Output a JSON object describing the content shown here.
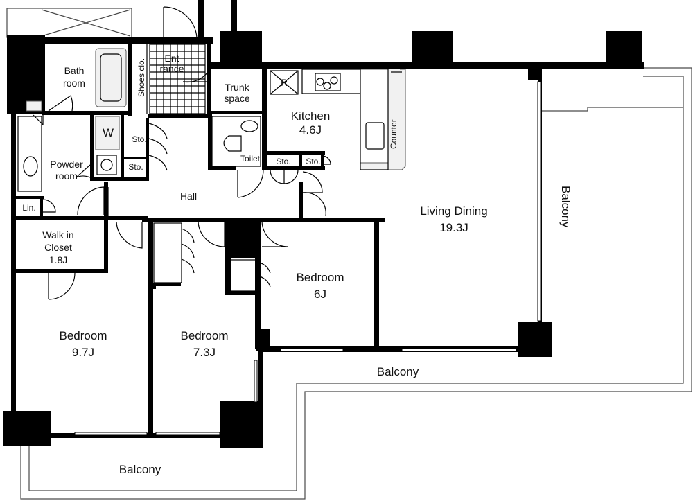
{
  "rooms": {
    "bathroom": {
      "line1": "Bath",
      "line2": "room"
    },
    "shoes_closet": "Shoes clo.",
    "entrance": {
      "line1": "Ent",
      "line2": "rance"
    },
    "trunk_space": {
      "line1": "Trunk",
      "line2": "space"
    },
    "refrigerator": "R",
    "kitchen": {
      "name": "Kitchen",
      "size": "4.6J"
    },
    "counter": "Counter",
    "washer": "W",
    "storage_upper": "Sto.",
    "storage_lower": "Sto.",
    "powder_room": {
      "line1": "Powder",
      "line2": "room"
    },
    "toilet": "Toilet",
    "storage_hall_left": "Sto.",
    "storage_hall_right": "Sto.",
    "hall": "Hall",
    "linen": "Lin.",
    "walk_in_closet": {
      "line1": "Walk in",
      "line2": "Closet",
      "size": "1.8J"
    },
    "living_dining": {
      "name": "Living Dining",
      "size": "19.3J"
    },
    "bedroom_east": {
      "name": "Bedroom",
      "size": "6J"
    },
    "bedroom_west": {
      "name": "Bedroom",
      "size": "9.7J"
    },
    "bedroom_center": {
      "name": "Bedroom",
      "size": "7.3J"
    }
  },
  "balconies": {
    "east": "Balcony",
    "south_center": "Balcony",
    "south_west": "Balcony"
  }
}
